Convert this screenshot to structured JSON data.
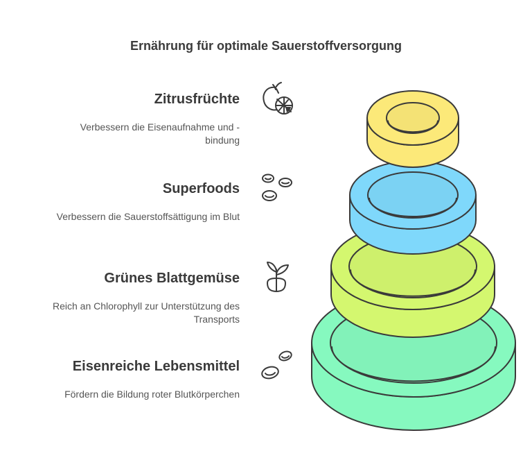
{
  "title": "Ernährung für optimale Sauerstoffversorgung",
  "items": [
    {
      "heading": "Zitrusfrüchte",
      "description": "Verbessern die Eisenaufnahme und -\nbindung",
      "icon": "citrus-icon",
      "color": "#fce979"
    },
    {
      "heading": "Superfoods",
      "description": "Verbessern die Sauerstoffsättigung im Blut",
      "icon": "seeds-icon",
      "color": "#7fd8fb"
    },
    {
      "heading": "Grünes Blattgemüse",
      "description": "Reich an Chlorophyll zur Unterstützung des\nTransports",
      "icon": "sprout-icon",
      "color": "#d4f76f"
    },
    {
      "heading": "Eisenreiche Lebensmittel",
      "description": "Fördern die Bildung roter Blutkörperchen",
      "icon": "beans-icon",
      "color": "#86f9bf"
    }
  ],
  "stroke_color": "#3a3a3a"
}
